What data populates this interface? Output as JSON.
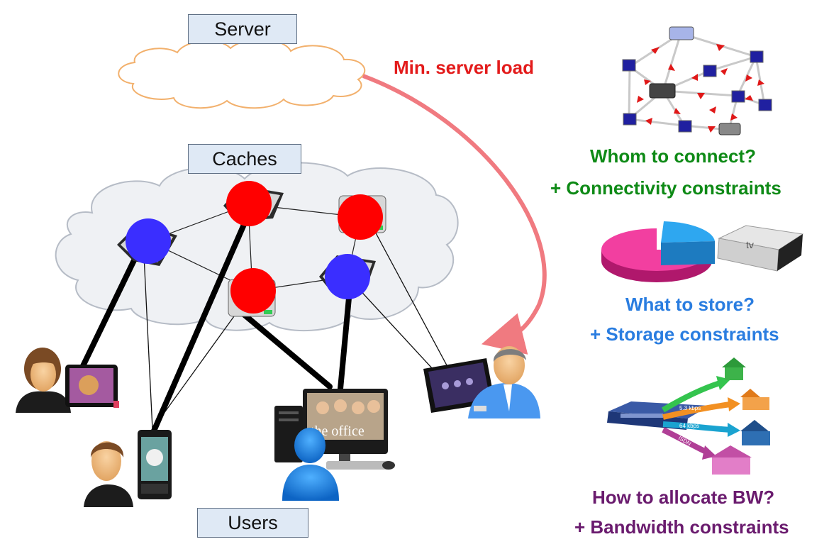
{
  "labels": {
    "server": "Server",
    "caches": "Caches",
    "users": "Users",
    "min_server_load": "Min. server load"
  },
  "questions": {
    "connect": {
      "title": "Whom to connect?",
      "constraint": "+ Connectivity constraints",
      "color": "#0e8a16"
    },
    "store": {
      "title": "What to store?",
      "constraint": "+ Storage constraints",
      "color": "#2a7de0"
    },
    "bandwidth": {
      "title": "How to allocate BW?",
      "constraint": "+ Bandwidth constraints",
      "color": "#6a1b6e"
    }
  },
  "bandwidth_labels": [
    "5.3 kbps",
    "64 kbps",
    "ISDN"
  ],
  "screen_text": "the office",
  "colors": {
    "cache_red": "#ff0000",
    "cache_blue": "#3a2eff",
    "arrow": "#f07a80",
    "min_load": "#e31b1b",
    "cloud_outline_server": "#f2b06c",
    "pie_pink": "#f23fa0",
    "pie_blue": "#2ea7f0"
  },
  "icons": [
    "server-cloud",
    "cache-cloud",
    "cache-node",
    "tablet-icon",
    "smartphone-icon",
    "desktop-computer-icon",
    "user-icon",
    "network-graph-icon",
    "pie-chart-icon",
    "apple-tv-icon",
    "router-icon",
    "house-icon"
  ]
}
